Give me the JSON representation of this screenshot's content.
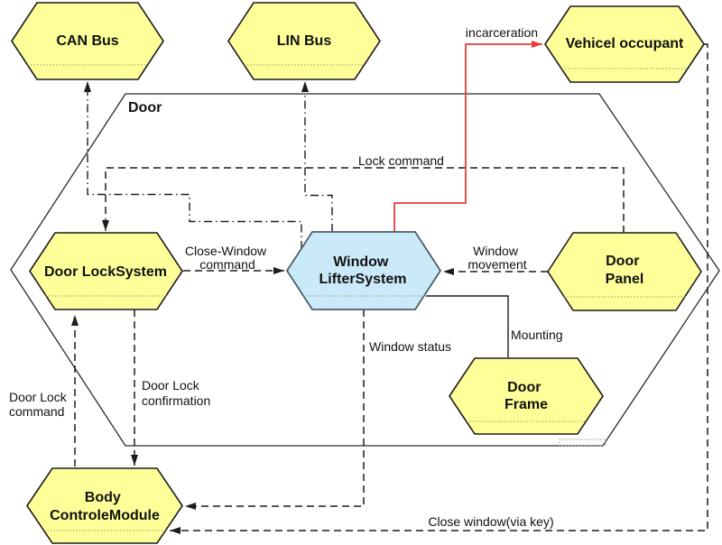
{
  "diagram": {
    "type": "system-context-diagram",
    "container": {
      "label": "Door"
    },
    "nodes": {
      "can_bus": {
        "label": "CAN Bus"
      },
      "lin_bus": {
        "label": "LIN Bus"
      },
      "vehicle_occupant": {
        "label": "Vehicel occupant"
      },
      "door_lock_system": {
        "label": "Door LockSystem"
      },
      "window_lifter_system": {
        "lines": [
          "Window",
          "LifterSystem"
        ]
      },
      "door_panel": {
        "lines": [
          "Door",
          "Panel"
        ]
      },
      "door_frame": {
        "lines": [
          "Door",
          "Frame"
        ]
      },
      "body_controle_module": {
        "lines": [
          "Body",
          "ControleModule"
        ]
      }
    },
    "connectors": {
      "incarceration": {
        "label": "incarceration",
        "from": "window_lifter_system",
        "to": "vehicle_occupant",
        "style": "solid-red-arrow"
      },
      "lock_command": {
        "label": "Lock command",
        "from": "door_panel",
        "to": "door_lock_system",
        "style": "dashed-arrow"
      },
      "close_window_command": {
        "lines": [
          "Close-Window",
          "command"
        ],
        "from": "door_lock_system",
        "to": "window_lifter_system",
        "style": "dashed-arrow"
      },
      "window_movement": {
        "lines": [
          "Window",
          "movement"
        ],
        "from": "door_panel",
        "to": "window_lifter_system",
        "style": "dashed-arrow"
      },
      "mounting": {
        "label": "Mounting",
        "from": "window_lifter_system",
        "to": "door_frame",
        "style": "solid"
      },
      "window_status": {
        "label": "Window status",
        "from": "window_lifter_system",
        "to": "body_controle_module",
        "style": "dashed-arrow"
      },
      "door_lock_confirmation": {
        "lines": [
          "Door Lock",
          "confirmation"
        ],
        "from": "door_lock_system",
        "to": "body_controle_module",
        "style": "dashed-arrow"
      },
      "door_lock_command": {
        "lines": [
          "Door Lock",
          "command"
        ],
        "from": "body_controle_module",
        "to": "door_lock_system",
        "style": "dashed-arrow"
      },
      "close_window_via_key": {
        "label": "Close window(via key)",
        "from": "vehicle_occupant",
        "to": "body_controle_module",
        "style": "dashed-arrow"
      },
      "can_bus_link": {
        "from": "window_lifter_system",
        "to": "can_bus",
        "style": "dashdot-arrow"
      },
      "lin_bus_link": {
        "from": "window_lifter_system",
        "to": "lin_bus",
        "style": "dashdot-arrow"
      }
    },
    "colors": {
      "node_fill": "#FFFF99",
      "node_stroke": "#1C1C1C",
      "system_node_fill": "#CBEAF9",
      "system_node_stroke": "#4A5E69",
      "connector": "#1C1C1C",
      "incarceration_red": "#E83C3C",
      "separator": "#99996B",
      "background": "#FFFFFF"
    }
  }
}
